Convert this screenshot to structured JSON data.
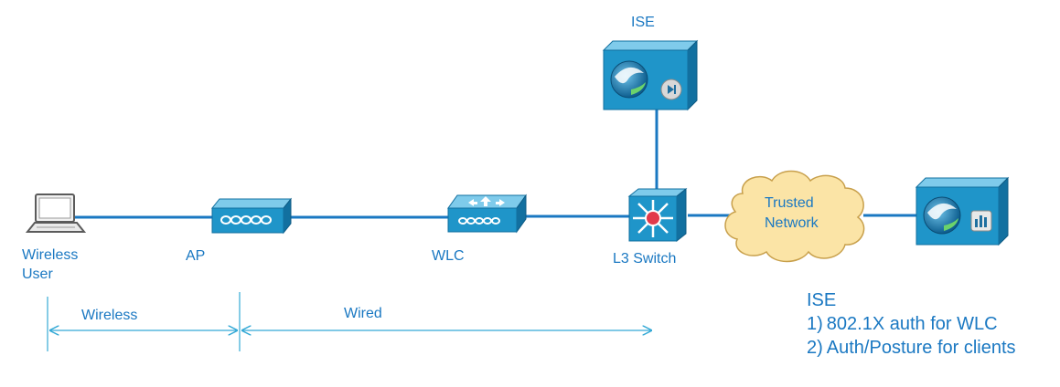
{
  "labels": {
    "ise_top": "ISE",
    "wireless_user": "Wireless",
    "wireless_user_line2": "User",
    "ap": "AP",
    "wlc": "WLC",
    "l3_switch": "L3 Switch",
    "trusted_network": "Trusted",
    "trusted_network_line2": "Network"
  },
  "spans": {
    "wireless": "Wireless",
    "wired": "Wired"
  },
  "note": {
    "title": "ISE",
    "items": [
      "1) 802.1X auth for WLC",
      "2) Auth/Posture for clients"
    ]
  },
  "colors": {
    "accent": "#1a78c2",
    "device_front": "#1f95c9",
    "device_top": "#7fcbeb",
    "device_side": "#1270a0",
    "cloud_fill": "#fbe4a6",
    "cloud_stroke": "#c8a04c",
    "link": "#1a78c2",
    "switch_center": "#e23a4b"
  }
}
